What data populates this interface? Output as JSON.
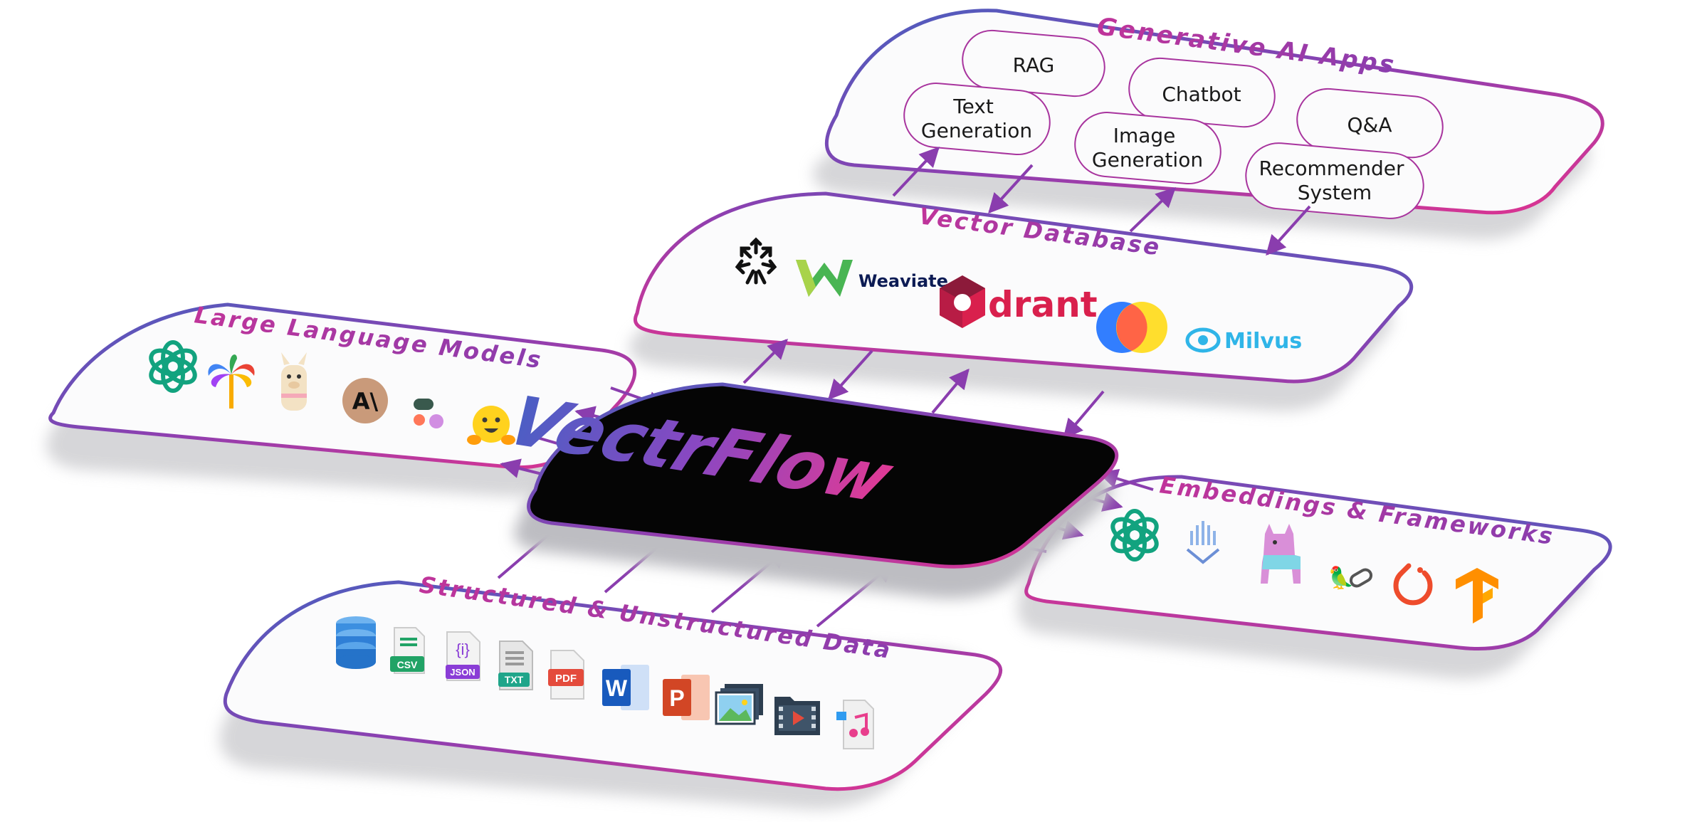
{
  "center": {
    "title": "VectrFlow"
  },
  "panels": {
    "apps": {
      "title": "Generative AI Apps",
      "items": [
        "RAG",
        "Chatbot",
        "Q&A",
        "Text Generation",
        "Image Generation",
        "Recommender System"
      ]
    },
    "vector_db": {
      "title": "Vector Database",
      "logos": [
        {
          "icon": "pinecone-icon",
          "label": ""
        },
        {
          "icon": "weaviate-icon",
          "label": "Weaviate"
        },
        {
          "icon": "qdrant-icon",
          "label": "drant"
        },
        {
          "icon": "chroma-icon",
          "label": ""
        },
        {
          "icon": "milvus-icon",
          "label": "Milvus"
        }
      ]
    },
    "llm": {
      "title": "Large Language Models",
      "icons": [
        "openai-icon",
        "palm-icon",
        "llama-icon",
        "anthropic-icon",
        "cohere-icon",
        "huggingface-icon"
      ],
      "anthropic_label": "A\\"
    },
    "embeddings": {
      "title": "Embeddings & Frameworks",
      "icons": [
        "openai-icon",
        "llamaindex-icon",
        "llama-icon",
        "langchain-icon",
        "pytorch-icon",
        "tensorflow-icon"
      ]
    },
    "data": {
      "title": "Structured & Unstructured Data",
      "files": [
        {
          "icon": "database-icon",
          "label": ""
        },
        {
          "icon": "csv-file-icon",
          "label": "CSV"
        },
        {
          "icon": "json-file-icon",
          "label": "JSON",
          "glyph": "{i}"
        },
        {
          "icon": "txt-file-icon",
          "label": "TXT"
        },
        {
          "icon": "pdf-file-icon",
          "label": "PDF"
        },
        {
          "icon": "word-icon",
          "label": "W"
        },
        {
          "icon": "powerpoint-icon",
          "label": "P"
        },
        {
          "icon": "images-icon",
          "label": ""
        },
        {
          "icon": "video-folder-icon",
          "label": ""
        },
        {
          "icon": "audio-file-icon",
          "label": ""
        }
      ]
    }
  },
  "colors": {
    "gradient_blue": "#4a5fbf",
    "gradient_pink": "#e0338f",
    "gradient_mid": "#8e3fb0",
    "panel_fill": "#fbfbfc",
    "shadow": "#cfcfd2",
    "center_fill": "#050505",
    "arrow": "#8a3dae"
  }
}
